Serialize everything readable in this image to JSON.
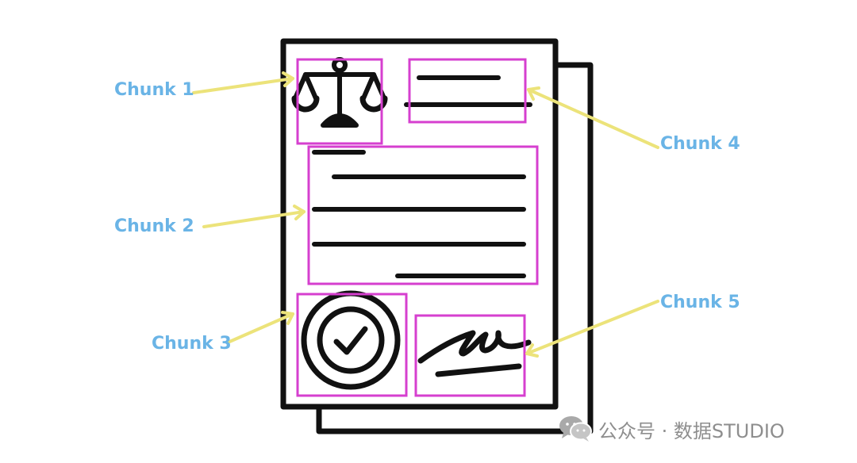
{
  "colors": {
    "label_text": "#6ab4e6",
    "arrow": "#ece37a",
    "chunk_box": "#d63fcf",
    "document_stroke": "#111111",
    "background": "#ffffff",
    "watermark": "#8e8e8e"
  },
  "chunks": [
    {
      "label": "Chunk 1",
      "content": "scales-of-justice-icon"
    },
    {
      "label": "Chunk 2",
      "content": "body-text-lines"
    },
    {
      "label": "Chunk 3",
      "content": "check-badge-icon"
    },
    {
      "label": "Chunk 4",
      "content": "header-text-lines"
    },
    {
      "label": "Chunk 5",
      "content": "signature-icon"
    }
  ],
  "watermark": {
    "icon": "wechat-icon",
    "text": "公众号 · 数据STUDIO"
  }
}
